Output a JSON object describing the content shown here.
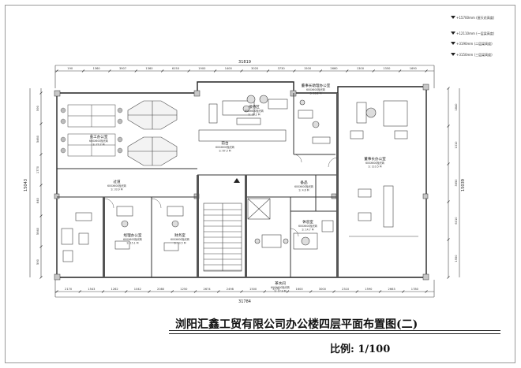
{
  "title": "浏阳汇鑫工贸有限公司办公楼四层平面布置图(二)",
  "scale_label": "比例: 1/100",
  "level_marks": [
    "+15700mm (屋天花高度)",
    "+12110mm (一层梁高度)",
    "+3190mm (二层梁高度)",
    "+3150mm (三层梁高度)"
  ],
  "dimensions": {
    "top_total": "31819",
    "bottom_total": "31784",
    "left_total": "15043",
    "right_total": "15039",
    "top_segments": [
      "190",
      "1360",
      "3907",
      "1360",
      "6150",
      "1900",
      "1400",
      "3020",
      "3730",
      "1500",
      "2660",
      "1300",
      "1350",
      "1690"
    ],
    "bottom_segments": [
      "2170",
      "1543",
      "1262",
      "1042",
      "2080",
      "1250",
      "2674",
      "2498",
      "1500",
      "3770",
      "1600",
      "3000",
      "2310",
      "1590",
      "2663",
      "1780"
    ],
    "left_segments": [
      "590",
      "5460",
      "1770",
      "840",
      "5940",
      "590"
    ],
    "right_segments": [
      "1840",
      "1310",
      "3650",
      "6010",
      "1950"
    ]
  },
  "rooms": [
    {
      "name": "员工办公室",
      "sub": "600X600抛光砖",
      "area": "S: 77.7 M"
    },
    {
      "name": "前台",
      "sub": "600X600抛光砖",
      "area": "S: 67.3 M"
    },
    {
      "name": "接待区",
      "sub": "600X600抛光砖",
      "area": "S: 16.2 M"
    },
    {
      "name": "董事长助理办公室",
      "sub": "600X600抛光砖",
      "area": "S: 18.2 M"
    },
    {
      "name": "董事长办公室",
      "sub": "600X600抛光砖",
      "area": "S: 110.5 M"
    },
    {
      "name": "过道",
      "sub": "600X600抛光砖",
      "area": "S: 33.9 M"
    },
    {
      "name": "经理办公室",
      "sub": "600X600抛光砖",
      "area": "S: 15.1 M"
    },
    {
      "name": "财务室",
      "sub": "600X600抛光砖",
      "area": "S: 10.5 M"
    },
    {
      "name": "休息室",
      "sub": "600X600抛光砖",
      "area": "S: 14.7 M"
    },
    {
      "name": "茶水间",
      "sub": "600X600抛光砖",
      "area": "S: 17.9 M"
    },
    {
      "name": "备品",
      "sub": "600X600抛光砖",
      "area": "S: 4.6 M"
    }
  ]
}
